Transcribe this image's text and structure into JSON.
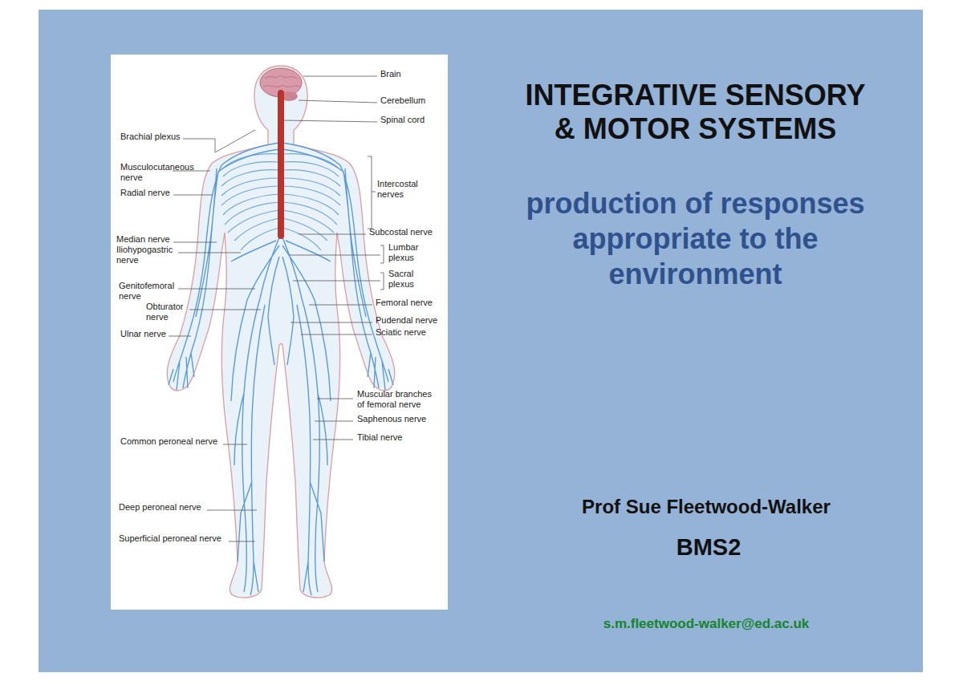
{
  "diagram": {
    "title": "INTEGRATIVE SENSORY & MOTOR SYSTEMS",
    "labels": [
      "Brain",
      "Cerebellum",
      "Spinal cord",
      "Brachial plexus",
      "Musculocutaneous nerve",
      "Radial nerve",
      "Intercostal nerves",
      "Subcostal nerve",
      "Median nerve",
      "Iliohypogastric nerve",
      "Lumbar plexus",
      "Sacral plexus",
      "Genitofemoral nerve",
      "Obturator nerve",
      "Femoral nerve",
      "Pudendal nerve",
      "Ulnar nerve",
      "Sciatic nerve",
      "Muscular branches of femoral nerve",
      "Saphenous nerve",
      "Tibial nerve",
      "Common peroneal nerve",
      "Deep peroneal nerve",
      "Superficial peroneal nerve",
      "production of responses appropriate to the environment",
      "Prof Sue Fleetwood-Walker",
      "BMS2",
      "s.m.fleetwood-walker@ed.ac.uk"
    ]
  }
}
